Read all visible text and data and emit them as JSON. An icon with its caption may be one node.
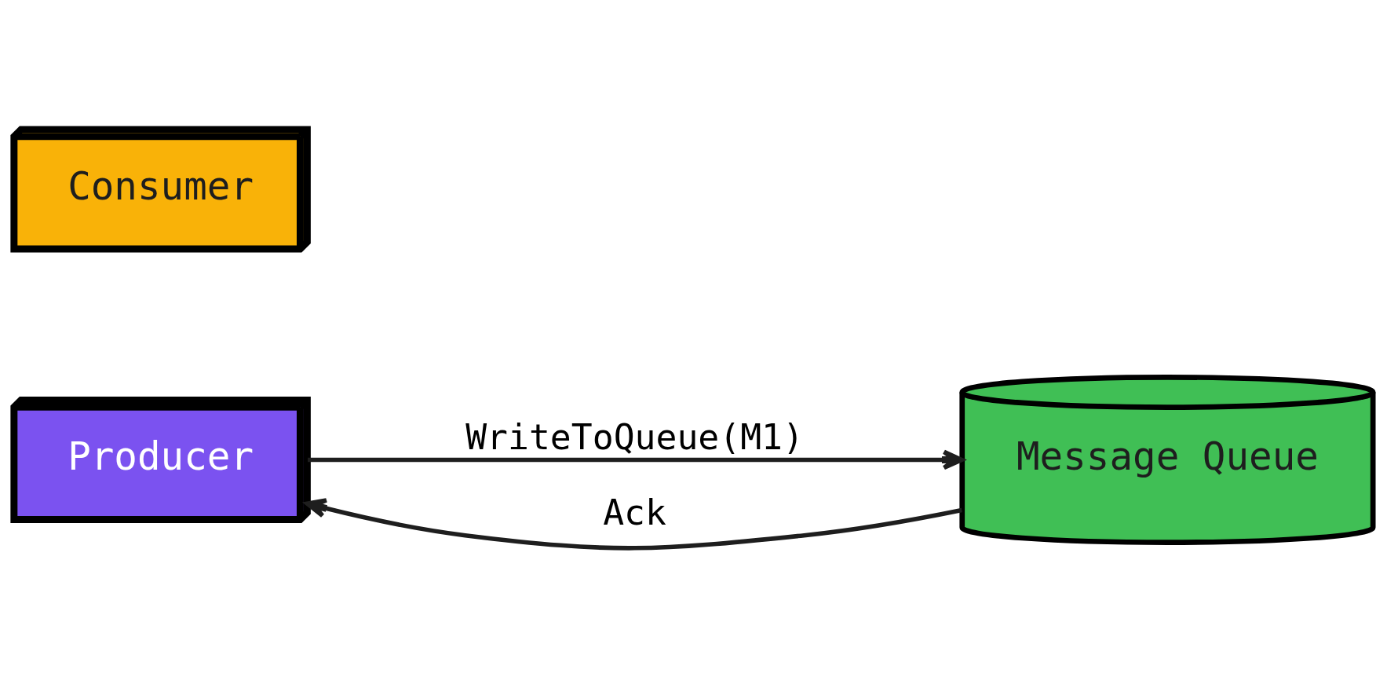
{
  "diagram": {
    "nodes": [
      {
        "text": [
          "Producer"
        ]
      },
      {
        "text": [
          "Message Queue"
        ]
      },
      {
        "text": [
          "Consumer"
        ]
      }
    ],
    "edges": [
      {
        "from": 0,
        "to": 1,
        "arrow": "to",
        "label": "WriteToQueue(M1)"
      },
      {
        "from": 1,
        "to": 0,
        "arrow": "to",
        "label": "Ack"
      }
    ]
  }
}
